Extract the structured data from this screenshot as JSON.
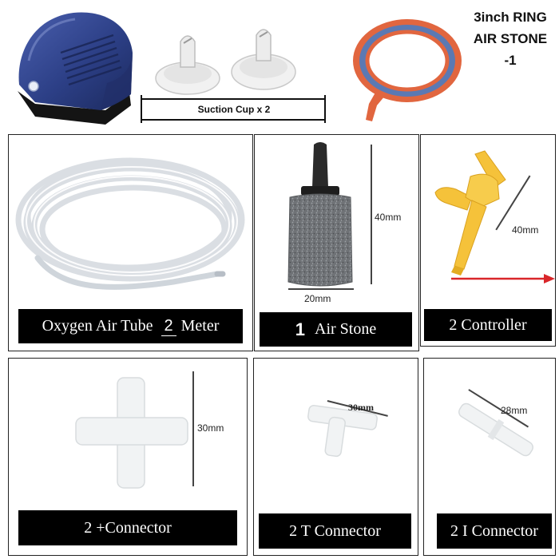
{
  "top": {
    "suction_label": "Suction Cup x 2",
    "ring_title": [
      "3inch RING",
      "AIR STONE",
      "-1"
    ]
  },
  "cells": {
    "tube": {
      "caption_pre": "Oxygen Air Tube",
      "caption_num": "2",
      "caption_post": "Meter"
    },
    "stone": {
      "caption_num": "1",
      "caption_text": "Air Stone",
      "height_dim": "40mm",
      "width_dim": "20mm"
    },
    "controller": {
      "caption": "2 Controller",
      "length_dim": "40mm"
    },
    "cross": {
      "caption": "2 +Connector",
      "length_dim": "30mm"
    },
    "tee": {
      "caption": "2 T Connector",
      "length_dim": "30mm"
    },
    "straight": {
      "caption": "2 I Connector",
      "length_dim": "28mm"
    }
  },
  "colors": {
    "pump_blue": "#2c3f86",
    "pump_base": "#1a1a1a",
    "ring_orange": "#e1663f",
    "ring_blue": "#5b79b3",
    "controller_yellow": "#f5c23a",
    "arrow_red": "#d9262a",
    "caption_bg": "#000000",
    "caption_text": "#ffffff"
  }
}
